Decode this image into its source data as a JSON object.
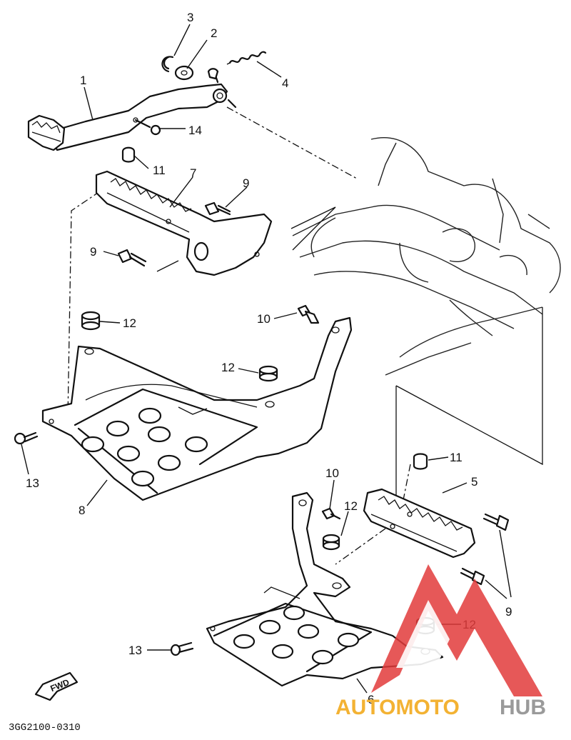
{
  "callouts": [
    {
      "id": "c1",
      "label": "1"
    },
    {
      "id": "c2",
      "label": "2"
    },
    {
      "id": "c3",
      "label": "3"
    },
    {
      "id": "c4",
      "label": "4"
    },
    {
      "id": "c5",
      "label": "5"
    },
    {
      "id": "c6",
      "label": "6"
    },
    {
      "id": "c7",
      "label": "7"
    },
    {
      "id": "c8",
      "label": "8"
    },
    {
      "id": "c9a",
      "label": "9"
    },
    {
      "id": "c9b",
      "label": "9"
    },
    {
      "id": "c9c",
      "label": "9"
    },
    {
      "id": "c10a",
      "label": "10"
    },
    {
      "id": "c10b",
      "label": "10"
    },
    {
      "id": "c11a",
      "label": "11"
    },
    {
      "id": "c11b",
      "label": "11"
    },
    {
      "id": "c12a",
      "label": "12"
    },
    {
      "id": "c12b",
      "label": "12"
    },
    {
      "id": "c12c",
      "label": "12"
    },
    {
      "id": "c12d",
      "label": "12"
    },
    {
      "id": "c13a",
      "label": "13"
    },
    {
      "id": "c13b",
      "label": "13"
    },
    {
      "id": "c14",
      "label": "14"
    }
  ],
  "fwd_label": "FWD",
  "diagram_code": "3GG2100-0310",
  "watermark": {
    "part1": "AUTOMOTO",
    "part2": "HUB",
    "accent_color": "#e23b3b",
    "gold_color": "#f3b233",
    "grey_color": "#9a9a9a"
  }
}
